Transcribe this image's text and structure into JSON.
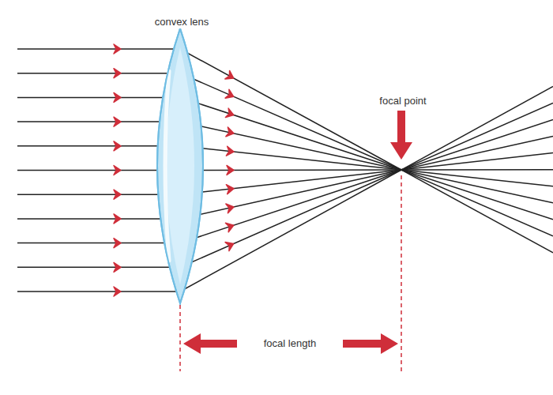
{
  "diagram": {
    "labels": [
      "convex lens",
      "focal point",
      "focal length"
    ]
  }
}
